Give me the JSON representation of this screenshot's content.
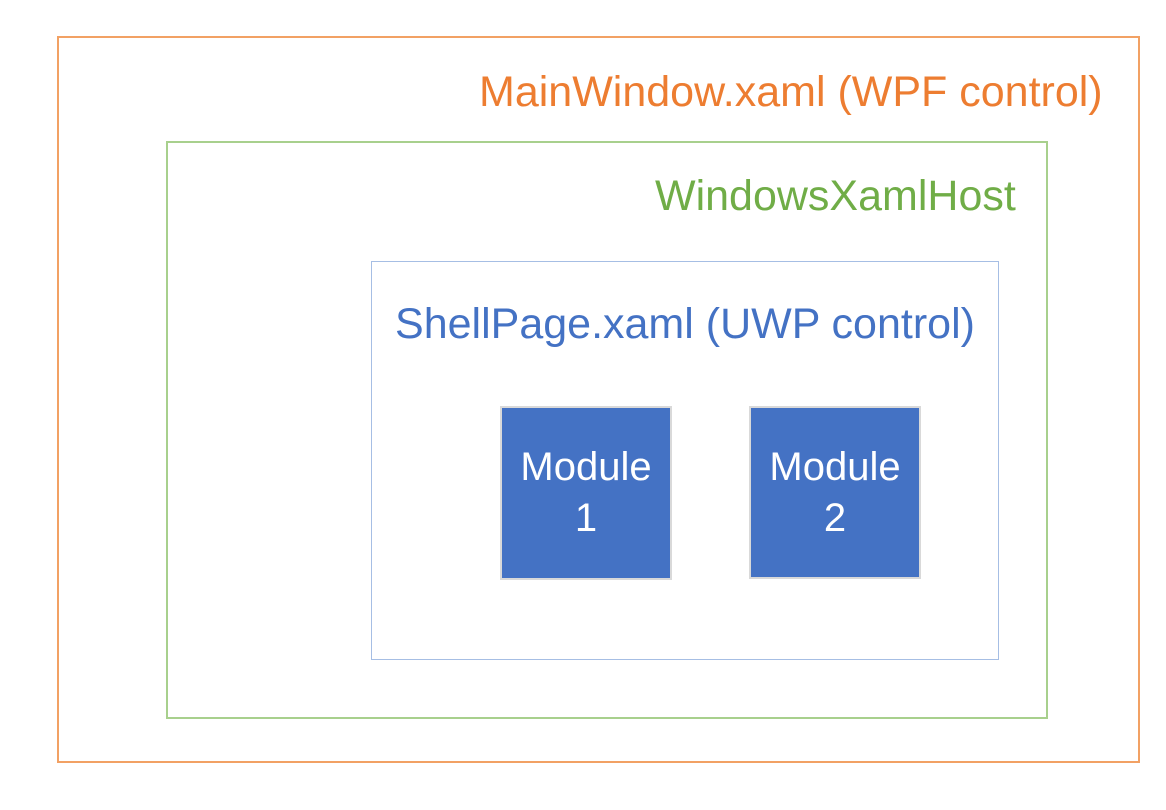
{
  "diagram": {
    "background_color": "#FFFFFF",
    "outer": {
      "label": "MainWindow.xaml (WPF control)",
      "text_color": "#ED7D31",
      "border_color": "#F2A164"
    },
    "host": {
      "label": "WindowsXamlHost",
      "text_color": "#70AD47",
      "border_color": "#A8D08D"
    },
    "shell": {
      "label": "ShellPage.xaml (UWP control)",
      "text_color": "#4472C4",
      "border_color": "#A6BEE4"
    },
    "modules": [
      {
        "line1": "Module",
        "line2": "1",
        "fill_color": "#4472C4",
        "text_color": "#FFFFFF",
        "border_color": "#D9D9D9"
      },
      {
        "line1": "Module",
        "line2": "2",
        "fill_color": "#4472C4",
        "text_color": "#FFFFFF",
        "border_color": "#D9D9D9"
      }
    ]
  }
}
